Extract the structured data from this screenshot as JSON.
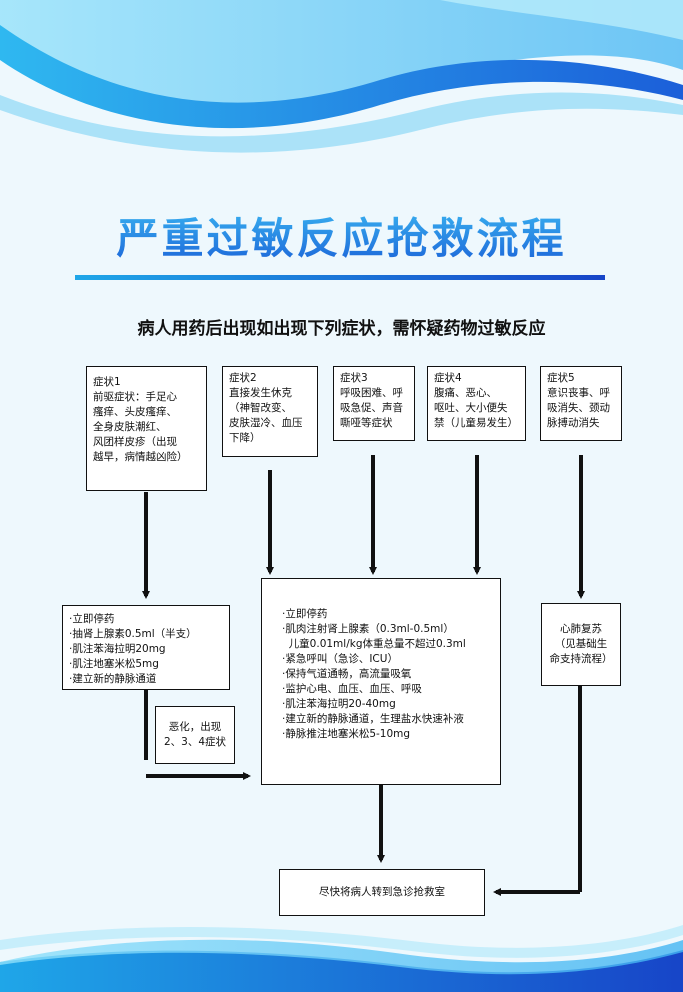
{
  "title": "严重过敏反应抢救流程",
  "subtitle": "病人用药后出现如出现下列症状，需怀疑药物过敏反应",
  "colors": {
    "accent": "#1b63d8",
    "accent_light": "#3bb6f2",
    "line": "#111111"
  },
  "symptoms": [
    {
      "lines": [
        "症状1",
        "前驱症状：手足心",
        "瘙痒、头皮瘙痒、",
        "全身皮肤潮红、",
        "风团样皮疹（出现",
        "越早，病情越凶险）"
      ]
    },
    {
      "lines": [
        "症状2",
        "直接发生休克",
        "（神智改变、",
        "皮肤湿冷、血压",
        "下降）"
      ]
    },
    {
      "lines": [
        "症状3",
        "呼吸困难、呼",
        "吸急促、声音",
        "嘶哑等症状"
      ]
    },
    {
      "lines": [
        "症状4",
        "腹痛、恶心、",
        "呕吐、大小便失",
        "禁（儿童易发生）"
      ]
    },
    {
      "lines": [
        "症状5",
        "意识丧事、呼",
        "吸消失、颈动",
        "脉搏动消失"
      ]
    }
  ],
  "left_action": {
    "lines": [
      "·立即停药",
      "·抽肾上腺素0.5ml（半支）",
      "·肌注苯海拉明20mg",
      "·肌注地塞米松5mg",
      "·建立新的静脉通道"
    ]
  },
  "worsen_box": {
    "lines": [
      "恶化，出现",
      "2、3、4症状"
    ]
  },
  "main_action": {
    "lines": [
      "·立即停药",
      "·肌肉注射肾上腺素（0.3ml-0.5ml）",
      "  儿童0.01ml/kg体重总量不超过0.3ml",
      "·紧急呼叫（急诊、ICU）",
      "·保持气道通畅，高流量吸氧",
      "·监护心电、血压、血压、呼吸",
      "·肌注苯海拉明20-40mg",
      "·建立新的静脉通道，生理盐水快速补液",
      "·静脉推注地塞米松5-10mg"
    ]
  },
  "cpr_box": {
    "lines": [
      "心肺复苏",
      "（见基础生",
      "命支持流程）"
    ]
  },
  "final_box": {
    "lines": [
      "尽快将病人转到急诊抢救室"
    ]
  }
}
